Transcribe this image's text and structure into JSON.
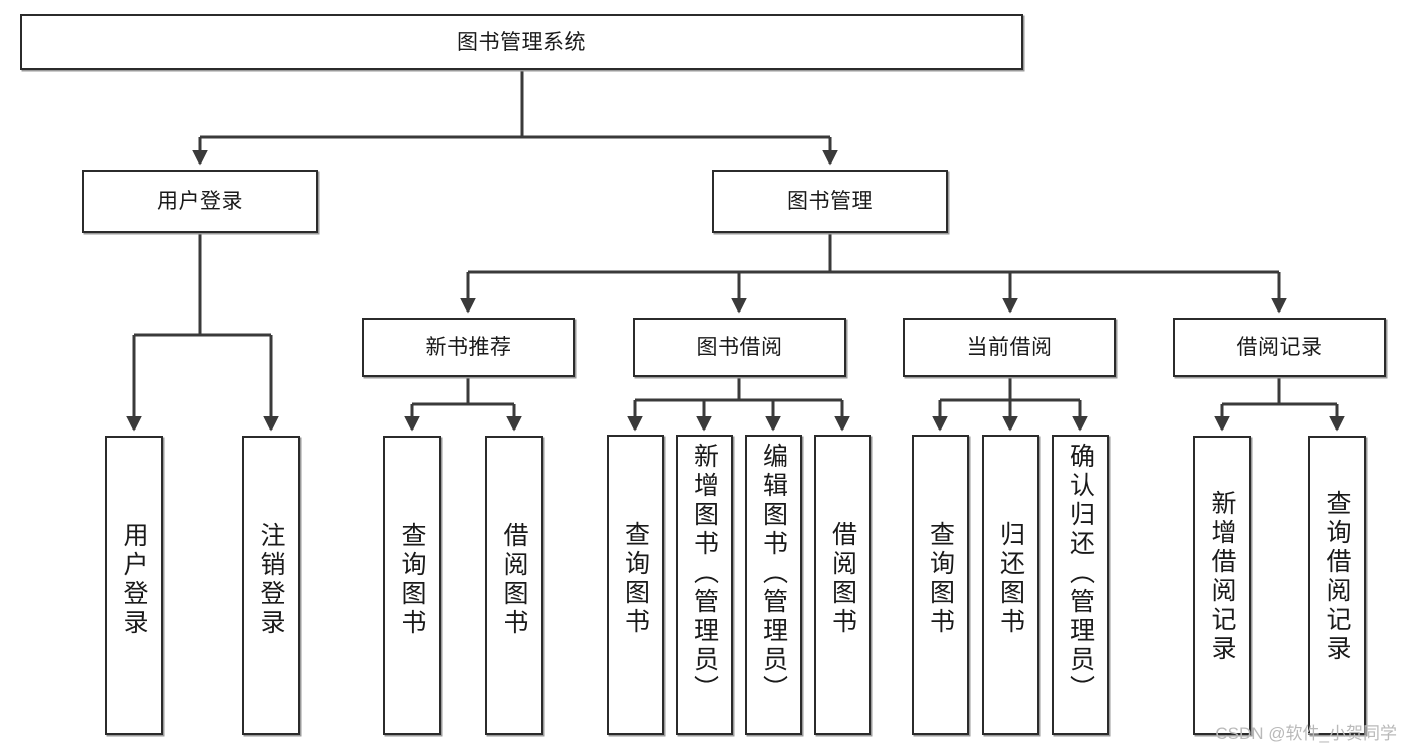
{
  "diagram": {
    "title": "图书管理系统",
    "type": "tree",
    "orientation": "top-down",
    "colors": {
      "node_border": "#2b2b2b",
      "node_fill": "#ffffff",
      "edge": "#3a3a3a",
      "text": "#1a1a1a",
      "watermark": "#b9b9b9",
      "background": "#ffffff"
    },
    "root": {
      "id": "root",
      "label": "图书管理系统"
    },
    "level1": [
      {
        "id": "user-login",
        "label": "用户登录"
      },
      {
        "id": "book-manage",
        "label": "图书管理"
      }
    ],
    "level2": [
      {
        "id": "new-book-rec",
        "label": "新书推荐",
        "parent": "book-manage"
      },
      {
        "id": "book-borrow",
        "label": "图书借阅",
        "parent": "book-manage"
      },
      {
        "id": "current-borrow",
        "label": "当前借阅",
        "parent": "book-manage"
      },
      {
        "id": "borrow-record",
        "label": "借阅记录",
        "parent": "book-manage"
      }
    ],
    "leaves": {
      "user-login": [
        {
          "id": "leaf-user-login",
          "label": "用户登录"
        },
        {
          "id": "leaf-user-logout",
          "label": "注销登录"
        }
      ],
      "new-book-rec": [
        {
          "id": "leaf-query-book-1",
          "label": "查询图书"
        },
        {
          "id": "leaf-borrow-book-1",
          "label": "借阅图书"
        }
      ],
      "book-borrow": [
        {
          "id": "leaf-query-book-2",
          "label": "查询图书"
        },
        {
          "id": "leaf-add-book",
          "label": "新增图书（管理员）"
        },
        {
          "id": "leaf-edit-book",
          "label": "编辑图书（管理员）"
        },
        {
          "id": "leaf-borrow-book-2",
          "label": "借阅图书"
        }
      ],
      "current-borrow": [
        {
          "id": "leaf-query-book-3",
          "label": "查询图书"
        },
        {
          "id": "leaf-return-book",
          "label": "归还图书"
        },
        {
          "id": "leaf-confirm-return",
          "label": "确认归还（管理员）"
        }
      ],
      "borrow-record": [
        {
          "id": "leaf-add-record",
          "label": "新增借阅记录"
        },
        {
          "id": "leaf-query-record",
          "label": "查询借阅记录"
        }
      ]
    },
    "watermark": "CSDN @软件_小贺同学"
  }
}
